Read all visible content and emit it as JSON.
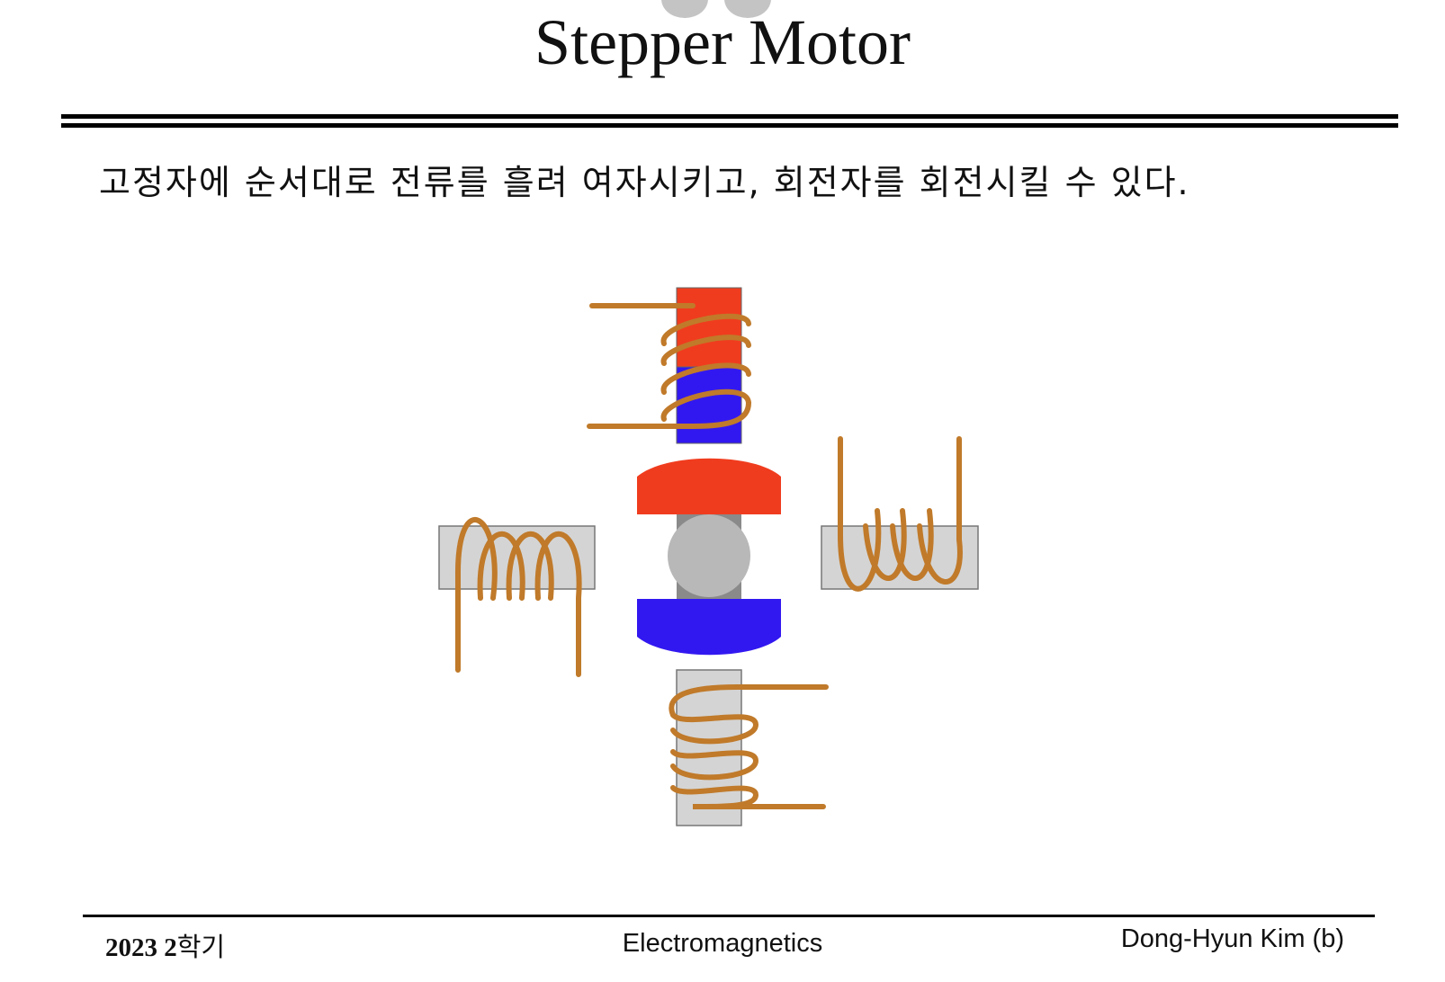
{
  "slide": {
    "title": "Stepper Motor",
    "body": "고정자에 순서대로 전류를 흘려 여자시키고, 회전자를 회전시킬 수 있다."
  },
  "diagram": {
    "poles": [
      "top",
      "right",
      "bottom",
      "left"
    ],
    "energized_pole": "top",
    "colors": {
      "north": "#f03c1e",
      "south": "#3218f0",
      "unenergized_pole": "#d4d4d4",
      "coil": "#c07a2a",
      "shaft": "#b8b8b8"
    }
  },
  "footer": {
    "semester_year": "2023 2",
    "semester_label": "학기",
    "course": "Electromagnetics",
    "author": "Dong-Hyun Kim (b)"
  }
}
